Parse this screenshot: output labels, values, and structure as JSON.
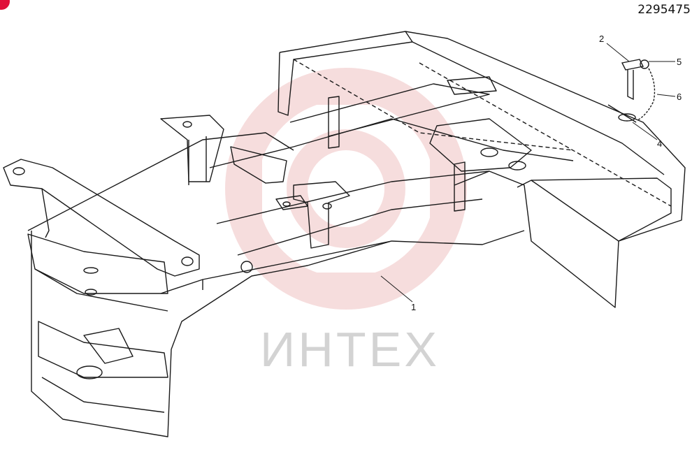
{
  "drawing_number": "2295475",
  "watermark_text": "ИНТЕХ",
  "callouts": [
    "1",
    "2",
    "4",
    "5",
    "6"
  ],
  "colors": {
    "line": "#1a1a1a",
    "watermark": "#e8a0a0",
    "badge": "#e0103a"
  }
}
